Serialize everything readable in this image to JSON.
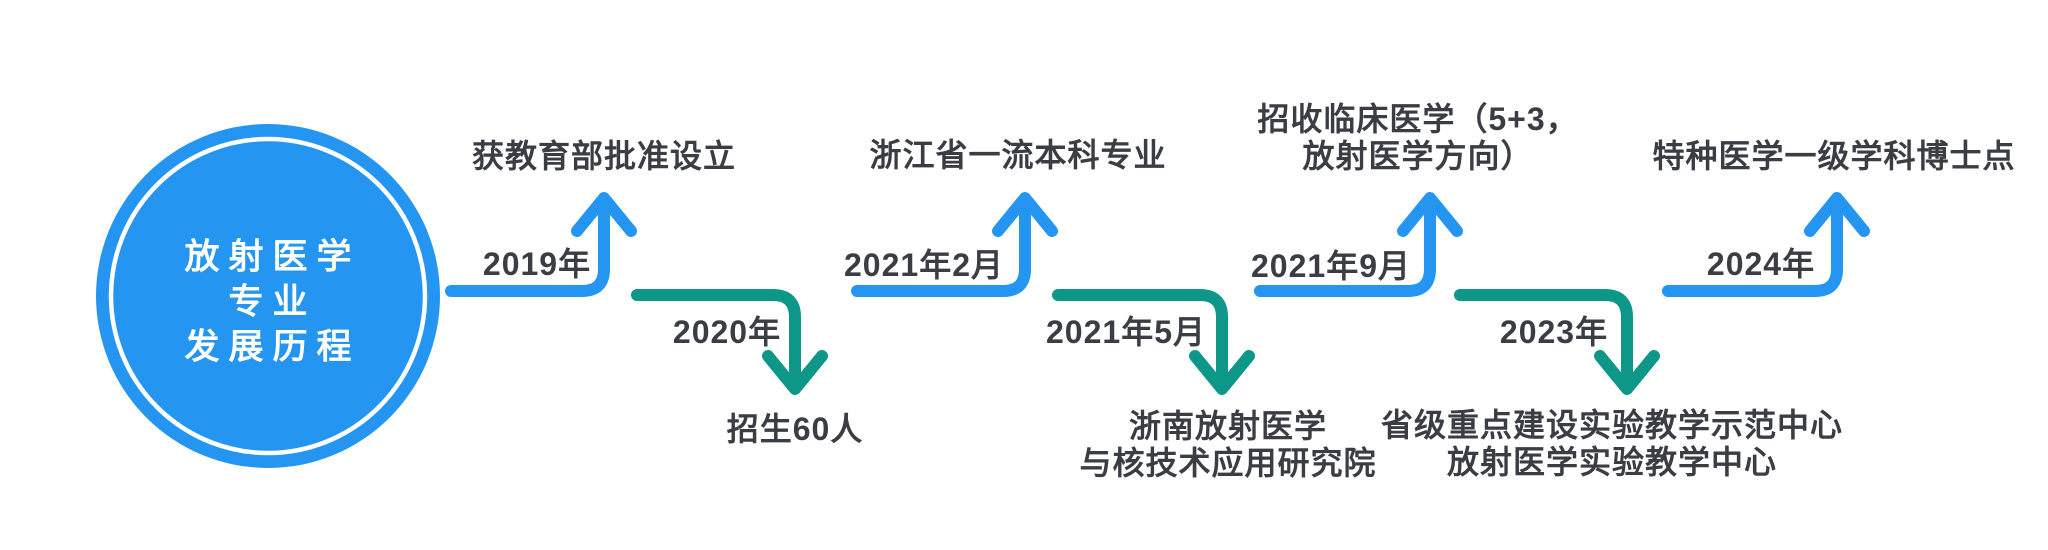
{
  "colors": {
    "blue": "#2496F2",
    "green": "#0C9789",
    "text": "#3A3E44",
    "background": "#FFFFFF",
    "circle_text": "#FFFFFF"
  },
  "circle": {
    "lines": [
      "放射医学",
      "专业",
      "发展历程"
    ]
  },
  "events": [
    {
      "year": "2019年",
      "direction": "up",
      "color": "blue",
      "label_lines": [
        "获教育部批准设立"
      ]
    },
    {
      "year": "2020年",
      "direction": "down",
      "color": "green",
      "label_lines": [
        "招生60人"
      ]
    },
    {
      "year": "2021年2月",
      "direction": "up",
      "color": "blue",
      "label_lines": [
        "浙江省一流本科专业"
      ]
    },
    {
      "year": "2021年5月",
      "direction": "down",
      "color": "green",
      "label_lines": [
        "浙南放射医学",
        "与核技术应用研究院"
      ]
    },
    {
      "year": "2021年9月",
      "direction": "up",
      "color": "blue",
      "label_lines": [
        "招收临床医学（5+3，",
        "放射医学方向）"
      ]
    },
    {
      "year": "2023年",
      "direction": "down",
      "color": "green",
      "label_lines": [
        "省级重点建设实验教学示范中心",
        "放射医学实验教学中心"
      ]
    },
    {
      "year": "2024年",
      "direction": "up",
      "color": "blue",
      "label_lines": [
        "特种医学一级学科博士点"
      ]
    }
  ]
}
